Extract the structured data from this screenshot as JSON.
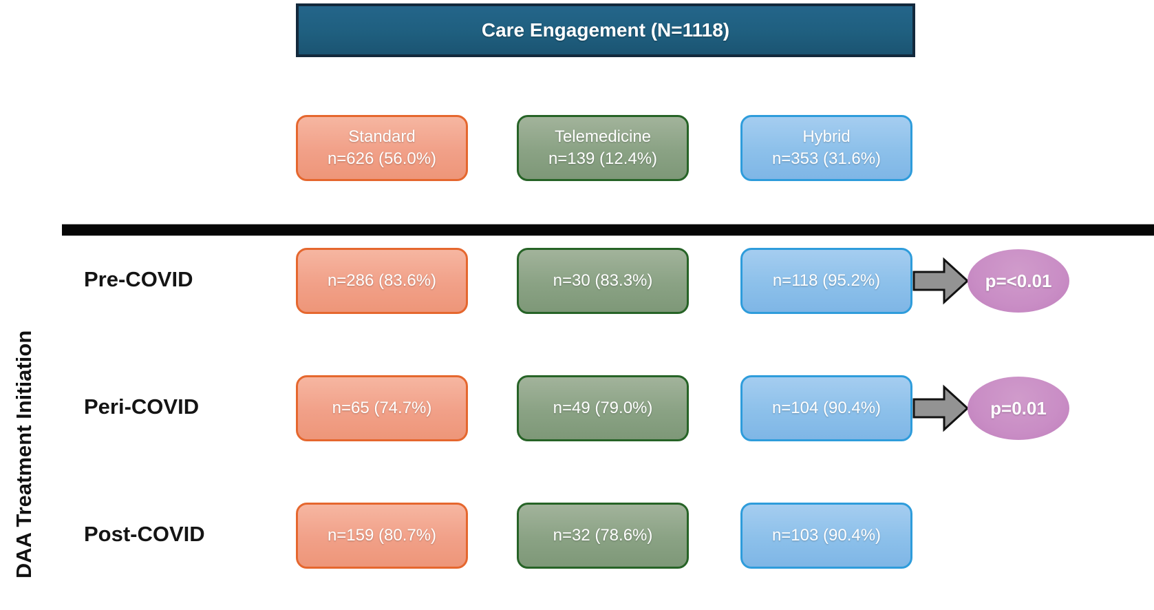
{
  "header": {
    "title": "Care Engagement (N=1118)"
  },
  "y_axis_label": "DAA Treatment Initiation",
  "groups": [
    {
      "name": "Standard",
      "count": "n=626 (56.0%)"
    },
    {
      "name": "Telemedicine",
      "count": "n=139 (12.4%)"
    },
    {
      "name": "Hybrid",
      "count": "n=353 (31.6%)"
    }
  ],
  "rows": [
    {
      "label": "Pre-COVID",
      "standard": "n=286 (83.6%)",
      "telemedicine": "n=30 (83.3%)",
      "hybrid": "n=118 (95.2%)",
      "p_value": "p=<0.01"
    },
    {
      "label": "Peri-COVID",
      "standard": "n=65 (74.7%)",
      "telemedicine": "n=49 (79.0%)",
      "hybrid": "n=104 (90.4%)",
      "p_value": "p=0.01"
    },
    {
      "label": "Post-COVID",
      "standard": "n=159 (80.7%)",
      "telemedicine": "n=32 (78.6%)",
      "hybrid": "n=103 (90.4%)"
    }
  ],
  "colors": {
    "header_fill": "#1F5F7F",
    "header_border": "#13293C",
    "standard_fill": "#F1A088",
    "standard_border": "#E5672E",
    "telemedicine_fill": "#8AA284",
    "telemedicine_border": "#266326",
    "hybrid_fill": "#8CC0EA",
    "hybrid_border": "#2E9CDB",
    "p_ellipse_fill": "#C98DC5",
    "connector_fill": "#9C9C9C",
    "divider_color": "#060606",
    "text_on_boxes": "#FFFFFF"
  }
}
